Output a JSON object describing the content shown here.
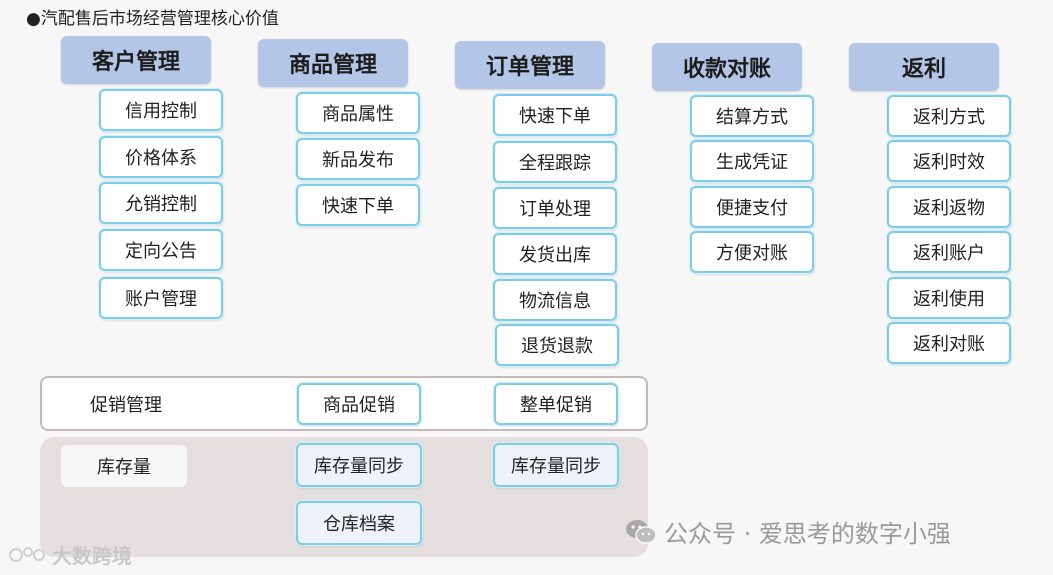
{
  "title": "●汽配售后市场经营管理核心价值",
  "columns": [
    {
      "header": "客户管理",
      "items": [
        "信用控制",
        "价格体系",
        "允销控制",
        "定向公告",
        "账户管理"
      ]
    },
    {
      "header": "商品管理",
      "items": [
        "商品属性",
        "新品发布",
        "快速下单"
      ]
    },
    {
      "header": "订单管理",
      "items": [
        "快速下单",
        "全程跟踪",
        "订单处理",
        "发货出库",
        "物流信息",
        "退货退款"
      ]
    },
    {
      "header": "收款对账",
      "items": [
        "结算方式",
        "生成凭证",
        "便捷支付",
        "方便对账"
      ]
    },
    {
      "header": "返利",
      "items": [
        "返利方式",
        "返利时效",
        "返利返物",
        "返利账户",
        "返利使用",
        "返利对账"
      ]
    }
  ],
  "promo": {
    "label": "促销管理",
    "items": [
      "商品促销",
      "整单促销"
    ]
  },
  "inventory": {
    "label": "库存量",
    "items": [
      "库存量同步",
      "库存量同步",
      "仓库档案"
    ]
  },
  "watermark": {
    "text": "公众号 · 爱思考的数字小强",
    "icon": "wechat-icon"
  },
  "corner_mark": {
    "text": "大数跨境",
    "icon": "logo-icon"
  }
}
